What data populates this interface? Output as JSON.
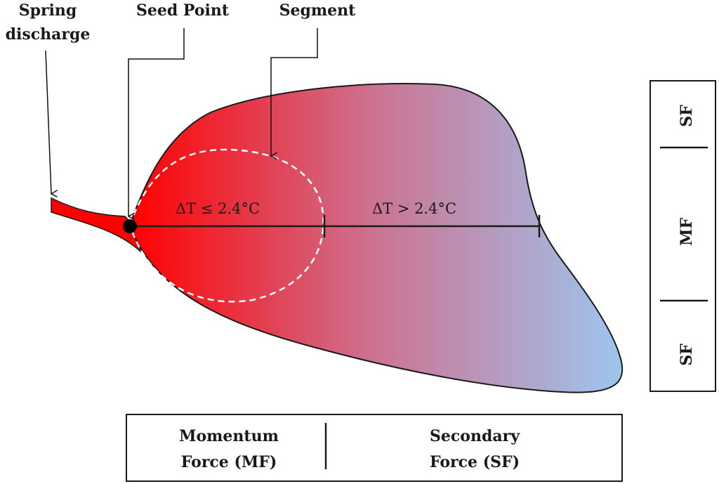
{
  "callouts": {
    "spring_discharge": [
      "Spring",
      "discharge"
    ],
    "seed_point": "Seed Point",
    "segment": "Segment"
  },
  "plume": {
    "near_label": "ΔT ≤ 2.4°C",
    "far_label": "ΔT > 2.4°C",
    "gradient_start_color": "#ff0000",
    "gradient_end_color": "#9ec4ec"
  },
  "bottom_legend": {
    "left": [
      "Momentum",
      "Force (MF)"
    ],
    "right": [
      "Secondary",
      "Force (SF)"
    ]
  },
  "side_legend": {
    "top": "SF",
    "middle": "MF",
    "bottom": "SF"
  }
}
